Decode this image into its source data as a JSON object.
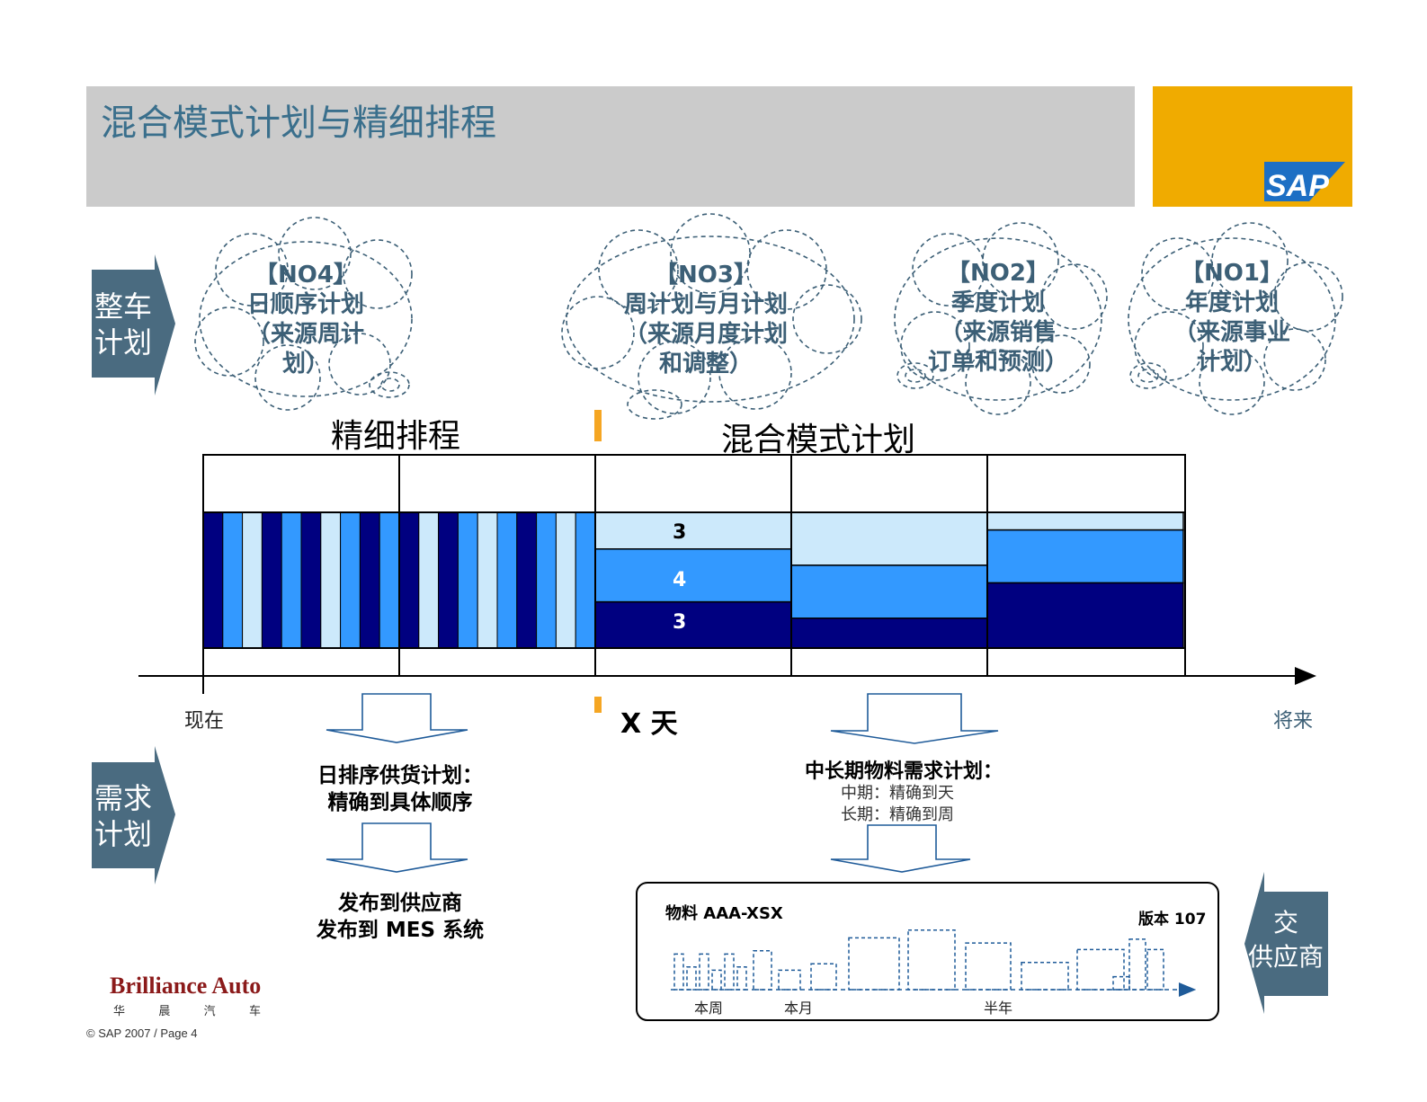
{
  "title": "混合模式计划与精细排程",
  "logo": {
    "brand": "SAP",
    "color": "#f0ab00"
  },
  "left_arrows": {
    "vehicle_plan": [
      "整车",
      "计划"
    ],
    "demand_plan": [
      "需求",
      "计划"
    ]
  },
  "right_arrow": {
    "lines": [
      "交",
      "供应商"
    ]
  },
  "clouds": [
    {
      "no": "【NO4】",
      "lines": [
        "日顺序计划",
        "（来源周计",
        "划）"
      ]
    },
    {
      "no": "【NO3】",
      "lines": [
        "周计划与月计划",
        "（来源月度计划",
        "和调整）"
      ]
    },
    {
      "no": "【NO2】",
      "lines": [
        "季度计划",
        "（来源销售",
        "订单和预测）"
      ]
    },
    {
      "no": "【NO1】",
      "lines": [
        "年度计划",
        "（来源事业",
        "计划）"
      ]
    }
  ],
  "sections": {
    "fine": "精细排程",
    "mixed": "混合模式计划"
  },
  "timeline": {
    "now": "现在",
    "x_days": "X 天",
    "future": "将来"
  },
  "bar_numbers": [
    "3",
    "4",
    "3"
  ],
  "stripe_pattern": [
    "dark",
    "mid",
    "light",
    "dark",
    "mid",
    "dark",
    "light",
    "mid",
    "dark",
    "mid",
    "dark",
    "light",
    "dark",
    "mid",
    "light",
    "mid",
    "dark",
    "mid",
    "light",
    "mid"
  ],
  "column_levels": [
    {
      "light": 0.27,
      "mid": 0.39,
      "dark": 0.34
    },
    {
      "light": 0.39,
      "mid": 0.39,
      "dark": 0.22
    },
    {
      "light": 0.13,
      "mid": 0.39,
      "dark": 0.48
    }
  ],
  "colors": {
    "dark": "#000080",
    "mid": "#3399ff",
    "light": "#cce9fb",
    "marker": "#f5a623",
    "arrow_bg": "#4a6b80"
  },
  "left_flow": {
    "step1": [
      "日排序供货计划：",
      "精确到具体顺序"
    ],
    "step2": [
      "发布到供应商",
      "发布到 MES 系统"
    ]
  },
  "right_flow": {
    "heading": "中长期物料需求计划：",
    "mid": "中期：精确到天",
    "long": "长期：精确到周"
  },
  "panel": {
    "material": "物料 AAA-XSX",
    "version": "版本 107",
    "x_labels": [
      "本周",
      "本月",
      "半年"
    ],
    "bar_levels": [
      0.55,
      0.35,
      0.55,
      0.3,
      0.55,
      0.35,
      0.6,
      0.3,
      0.4,
      0.8,
      0.92,
      0.72,
      0.42,
      0.62,
      0.2,
      0.78,
      0.62
    ]
  },
  "company": {
    "name": "Brilliance Auto",
    "chinese": [
      "华",
      "晨",
      "汽",
      "车"
    ]
  },
  "footer": "© SAP 2007 / Page 4"
}
